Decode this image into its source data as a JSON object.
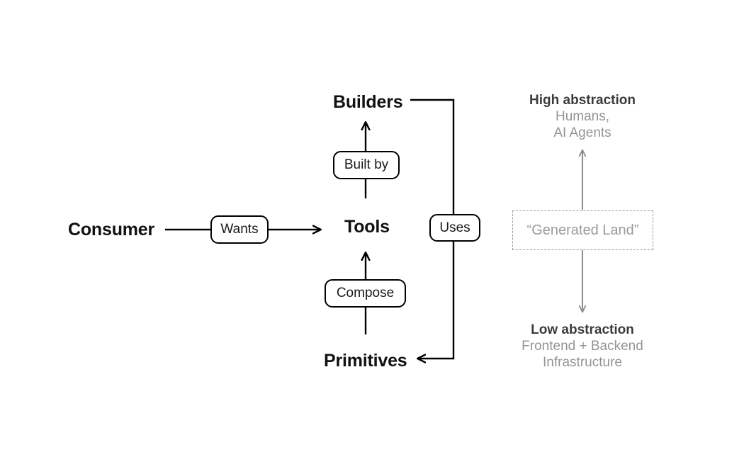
{
  "diagram": {
    "title_present": false,
    "background_color": "#ffffff",
    "stroke_color": "#000000",
    "muted_color": "#949494",
    "dashed_border_color": "#9a9a9a",
    "nodes": {
      "consumer": "Consumer",
      "builders": "Builders",
      "tools": "Tools",
      "primitives": "Primitives"
    },
    "edge_labels": {
      "wants": "Wants",
      "built_by": "Built by",
      "compose": "Compose",
      "uses": "Uses"
    },
    "generated_land": "“Generated Land”",
    "abstraction": {
      "high": {
        "title": "High abstraction",
        "line1": "Humans,",
        "line2": "AI Agents"
      },
      "low": {
        "title": "Low abstraction",
        "line1": "Frontend + Backend",
        "line2": "Infrastructure"
      }
    }
  }
}
